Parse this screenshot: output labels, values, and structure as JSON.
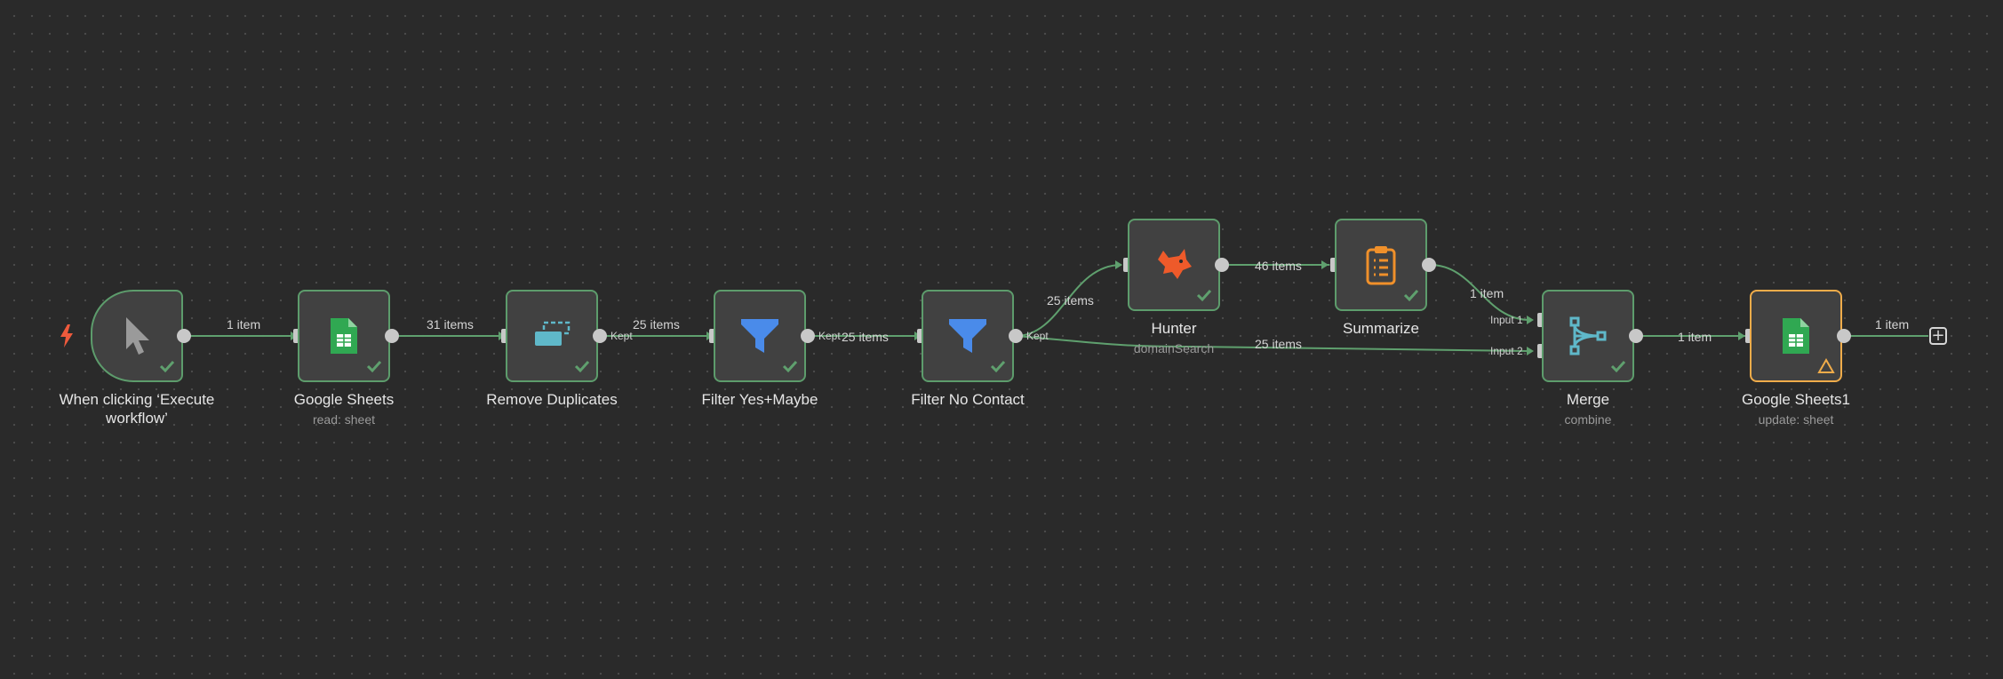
{
  "colors": {
    "background": "#2a2a2a",
    "node_fill": "#414141",
    "success_border": "#5d9c6c",
    "warning_border": "#f0ac4a",
    "edge": "#5fa06e",
    "trigger_bolt": "#ee5a3c"
  },
  "nodes": {
    "trigger": {
      "title": "When clicking ‘Execute workflow’",
      "icon": "cursor-pointer-icon",
      "status": "success"
    },
    "google_sheets": {
      "title": "Google Sheets",
      "subtitle": "read: sheet",
      "icon": "google-sheets-icon",
      "status": "success"
    },
    "remove_duplicates": {
      "title": "Remove Duplicates",
      "icon": "remove-duplicates-icon",
      "status": "success"
    },
    "filter_yes_maybe": {
      "title": "Filter Yes+Maybe",
      "icon": "filter-icon",
      "status": "success"
    },
    "filter_no_contact": {
      "title": "Filter No Contact",
      "icon": "filter-icon",
      "status": "success"
    },
    "hunter": {
      "title": "Hunter",
      "subtitle": "domainSearch",
      "icon": "hunter-fox-icon",
      "status": "success"
    },
    "summarize": {
      "title": "Summarize",
      "icon": "clipboard-list-icon",
      "status": "success"
    },
    "merge": {
      "title": "Merge",
      "subtitle": "combine",
      "icon": "merge-icon",
      "status": "success",
      "input_1": "Input 1",
      "input_2": "Input 2"
    },
    "google_sheets1": {
      "title": "Google Sheets1",
      "subtitle": "update: sheet",
      "icon": "google-sheets-icon",
      "status": "warning"
    }
  },
  "edges": {
    "trigger_to_sheets": "1 item",
    "sheets_to_remove": "31 items",
    "remove_to_filter1": "25 items",
    "remove_output_label": "Kept",
    "filter1_to_filter2": "25 items",
    "filter1_output_label": "Kept",
    "filter2_to_hunter": "25 items",
    "filter2_to_merge": "25 items",
    "filter2_output_label": "Kept",
    "hunter_to_summarize": "46 items",
    "summarize_to_merge": "1 item",
    "merge_to_sheets1": "1 item",
    "sheets1_output": "1 item"
  },
  "add_node": "+"
}
